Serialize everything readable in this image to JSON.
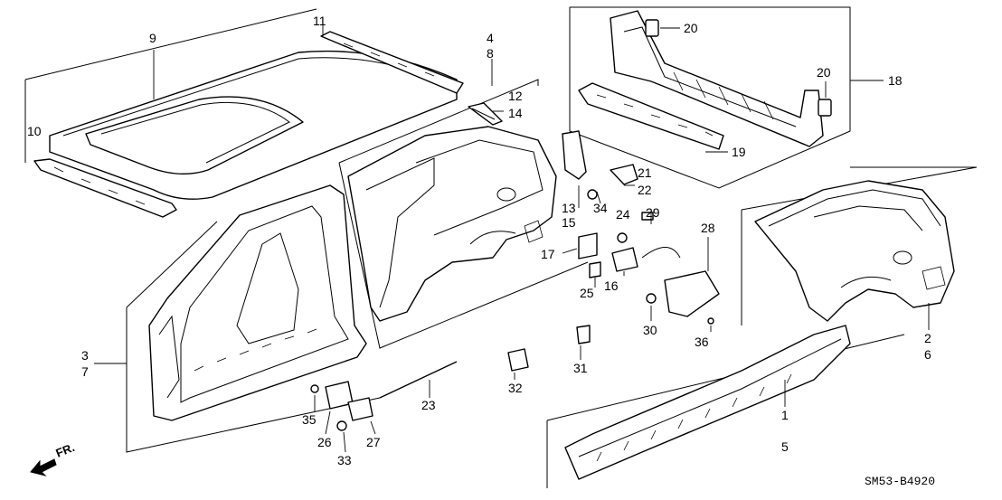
{
  "diagram": {
    "labels": {
      "n9": "9",
      "n11": "11",
      "n10": "10",
      "n4": "4",
      "n8": "8",
      "n12": "12",
      "n14": "14",
      "n20a": "20",
      "n20b": "20",
      "n18": "18",
      "n19": "19",
      "n21": "21",
      "n22": "22",
      "n13": "13",
      "n15": "15",
      "n34": "34",
      "n24": "24",
      "n29": "29",
      "n17": "17",
      "n28": "28",
      "n16": "16",
      "n25": "25",
      "n30": "30",
      "n36": "36",
      "n31": "31",
      "n2": "2",
      "n6": "6",
      "n3": "3",
      "n7": "7",
      "n23": "23",
      "n32": "32",
      "n35": "35",
      "n26": "26",
      "n27": "27",
      "n33": "33",
      "n1": "1",
      "n5": "5"
    },
    "front_arrow": "FR.",
    "drawing_code": "SM53-B4920"
  }
}
